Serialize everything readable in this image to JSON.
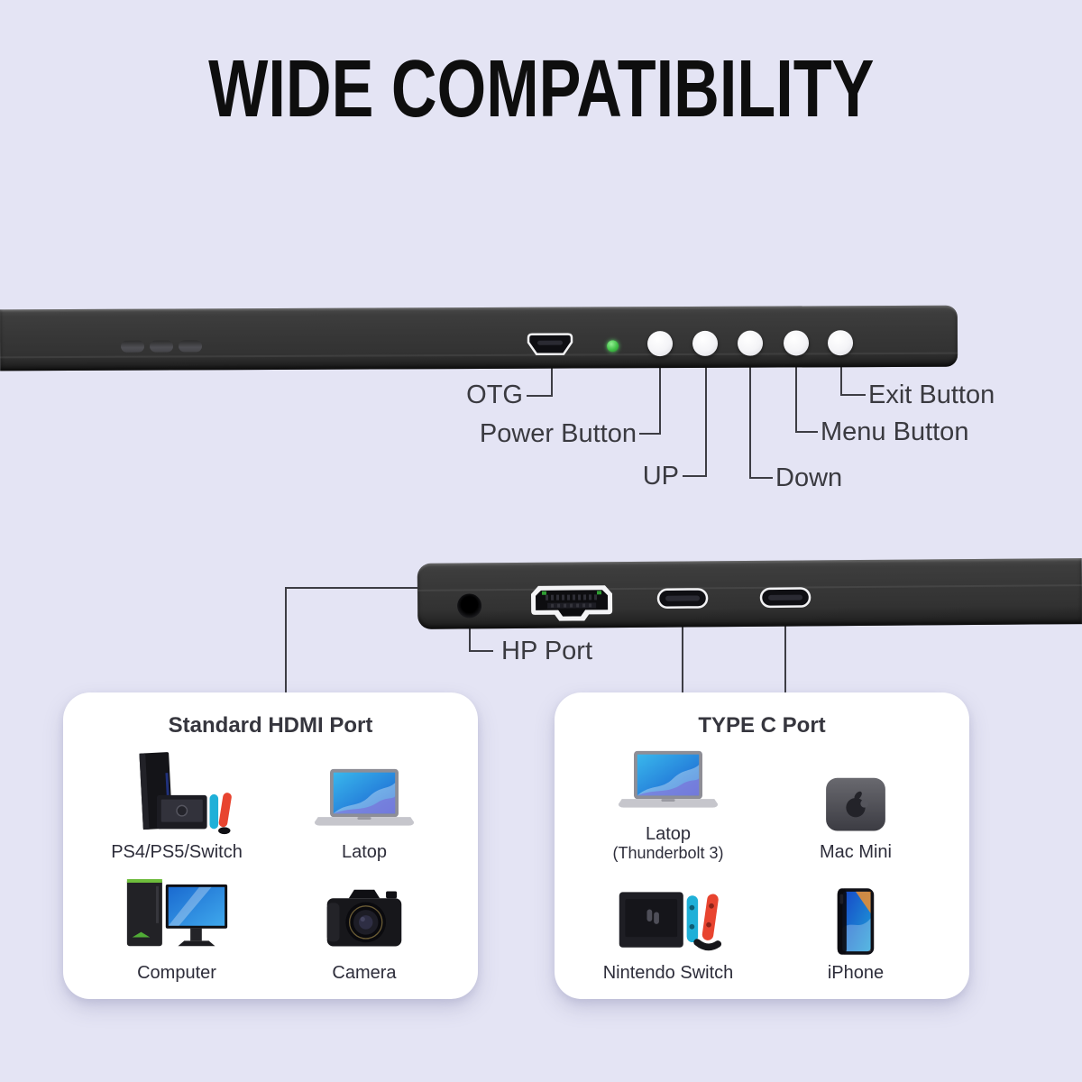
{
  "title": "WIDE COMPATIBILITY",
  "colors": {
    "background": "#e4e4f4",
    "bar_body": "#353535",
    "power_led_green": "#41c047",
    "callout_text": "#3a3a40",
    "connector_line": "#3d3d44",
    "card_background": "#ffffff",
    "card_title_text": "#36363e",
    "item_label_text": "#2d2d3a",
    "joycon_blue": "#1fb0d8",
    "joycon_red": "#e8442f",
    "hdmi_pcb_green": "#2f9e33"
  },
  "top_edge": {
    "labels": {
      "otg": "OTG",
      "power": "Power Button",
      "up": "UP",
      "down": "Down",
      "menu": "Menu Button",
      "exit": "Exit Button"
    }
  },
  "bottom_edge": {
    "labels": {
      "hp": "HP Port"
    }
  },
  "cards": [
    {
      "title": "Standard HDMI Port",
      "items": [
        {
          "label": "PS4/PS5/Switch",
          "icon": "game-console-icon"
        },
        {
          "label": "Latop",
          "icon": "laptop-icon"
        },
        {
          "label": "Computer",
          "icon": "desktop-computer-icon"
        },
        {
          "label": "Camera",
          "icon": "camera-icon"
        }
      ]
    },
    {
      "title": "TYPE C Port",
      "items": [
        {
          "label": "Latop",
          "sublabel": "(Thunderbolt 3)",
          "icon": "laptop-icon"
        },
        {
          "label": "Mac Mini",
          "icon": "mac-mini-icon"
        },
        {
          "label": "Nintendo Switch",
          "icon": "nintendo-switch-icon"
        },
        {
          "label": "iPhone",
          "icon": "iphone-icon"
        }
      ]
    }
  ]
}
